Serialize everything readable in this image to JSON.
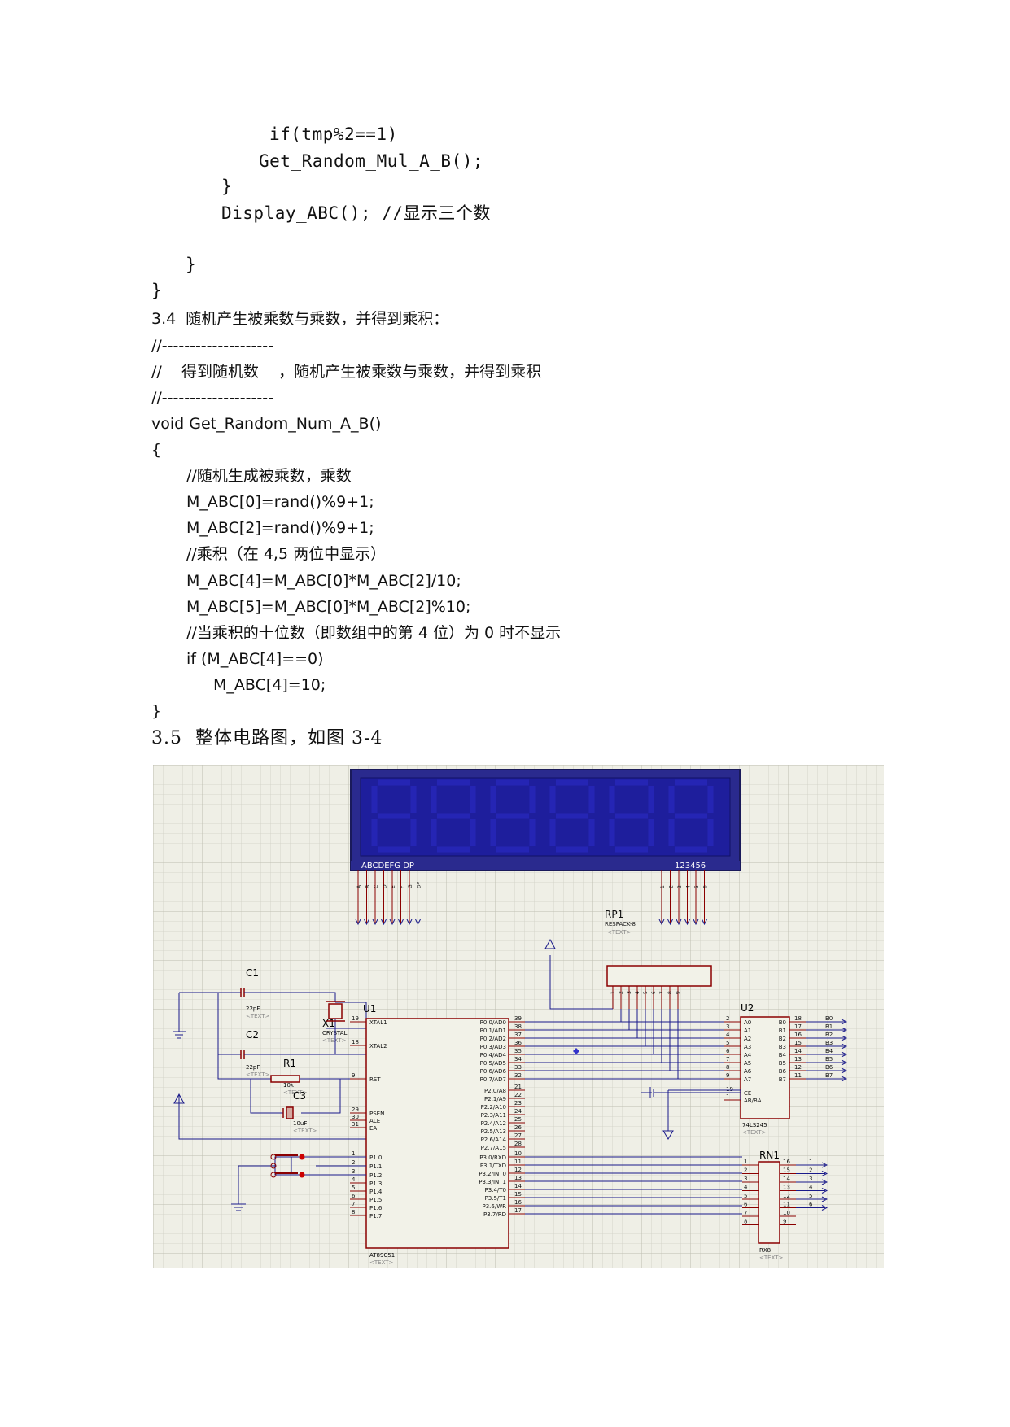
{
  "code_top": [
    "if(tmp%2==1)",
    "Get_Random_Mul_A_B();",
    "}",
    "Display_ABC(); //显示三个数",
    "}",
    "}"
  ],
  "section_3_4": {
    "heading": "3.4  随机产生被乘数与乘数，并得到乘积：",
    "comment_sep1": "//--------------------",
    "comment_desc": "//    得到随机数    ，随机产生被乘数与乘数，并得到乘积",
    "comment_sep2": "//--------------------",
    "func_sig": "void Get_Random_Num_A_B()",
    "brace_open": "{",
    "lines": [
      "//随机生成被乘数，乘数",
      "M_ABC[0]=rand()%9+1;",
      "M_ABC[2]=rand()%9+1;",
      "//乘积（在 4,5 两位中显示）",
      "M_ABC[4]=M_ABC[0]*M_ABC[2]/10;",
      "M_ABC[5]=M_ABC[0]*M_ABC[2]%10;",
      "//当乘积的十位数（即数组中的第 4 位）为 0 时不显示",
      "if (M_ABC[4]==0)",
      "M_ABC[4]=10;"
    ],
    "brace_close": "}"
  },
  "section_3_5": {
    "heading": "3.5  整体电路图，如图 3-4"
  },
  "schematic": {
    "display_label_left": "ABCDEFG  DP",
    "display_label_right": "123456",
    "display_pins_left": [
      "A",
      "B",
      "C",
      "D",
      "E",
      "F",
      "G",
      "DP"
    ],
    "display_pins_right": [
      "1",
      "2",
      "3",
      "4",
      "5",
      "6"
    ],
    "rp1_name": "RP1",
    "rp1_type": "RESPACK-8",
    "text_tag": "<TEXT>",
    "c1_name": "C1",
    "c1_value": "22pF",
    "c2_name": "C2",
    "c2_value": "22pF",
    "x1_name": "X1",
    "x1_type": "CRYSTAL",
    "r1_name": "R1",
    "r1_value": "10k",
    "c3_name": "C3",
    "c3_value": "10uF",
    "u1_name": "U1",
    "u1_part": "AT89C51",
    "u1_left_pins": [
      {
        "num": "19",
        "label": "XTAL1"
      },
      {
        "num": "18",
        "label": "XTAL2"
      },
      {
        "num": "9",
        "label": "RST"
      },
      {
        "num": "29",
        "label": "PSEN"
      },
      {
        "num": "30",
        "label": "ALE"
      },
      {
        "num": "31",
        "label": "EA"
      },
      {
        "num": "1",
        "label": "P1.0"
      },
      {
        "num": "2",
        "label": "P1.1"
      },
      {
        "num": "3",
        "label": "P1.2"
      },
      {
        "num": "4",
        "label": "P1.3"
      },
      {
        "num": "5",
        "label": "P1.4"
      },
      {
        "num": "6",
        "label": "P1.5"
      },
      {
        "num": "7",
        "label": "P1.6"
      },
      {
        "num": "8",
        "label": "P1.7"
      }
    ],
    "u1_p0": [
      {
        "num": "39",
        "label": "P0.0/AD0"
      },
      {
        "num": "38",
        "label": "P0.1/AD1"
      },
      {
        "num": "37",
        "label": "P0.2/AD2"
      },
      {
        "num": "36",
        "label": "P0.3/AD3"
      },
      {
        "num": "35",
        "label": "P0.4/AD4"
      },
      {
        "num": "34",
        "label": "P0.5/AD5"
      },
      {
        "num": "33",
        "label": "P0.6/AD6"
      },
      {
        "num": "32",
        "label": "P0.7/AD7"
      }
    ],
    "u1_p2": [
      {
        "num": "21",
        "label": "P2.0/A8"
      },
      {
        "num": "22",
        "label": "P2.1/A9"
      },
      {
        "num": "23",
        "label": "P2.2/A10"
      },
      {
        "num": "24",
        "label": "P2.3/A11"
      },
      {
        "num": "25",
        "label": "P2.4/A12"
      },
      {
        "num": "26",
        "label": "P2.5/A13"
      },
      {
        "num": "27",
        "label": "P2.6/A14"
      },
      {
        "num": "28",
        "label": "P2.7/A15"
      }
    ],
    "u1_p3": [
      {
        "num": "10",
        "label": "P3.0/RXD"
      },
      {
        "num": "11",
        "label": "P3.1/TXD"
      },
      {
        "num": "12",
        "label": "P3.2/INT0"
      },
      {
        "num": "13",
        "label": "P3.3/INT1"
      },
      {
        "num": "14",
        "label": "P3.4/T0"
      },
      {
        "num": "15",
        "label": "P3.5/T1"
      },
      {
        "num": "16",
        "label": "P3.6/WR"
      },
      {
        "num": "17",
        "label": "P3.7/RD"
      }
    ],
    "u2_name": "U2",
    "u2_part": "74LS245",
    "u2_a_pins": [
      {
        "num": "2",
        "label": "A0"
      },
      {
        "num": "3",
        "label": "A1"
      },
      {
        "num": "4",
        "label": "A2"
      },
      {
        "num": "5",
        "label": "A3"
      },
      {
        "num": "6",
        "label": "A4"
      },
      {
        "num": "7",
        "label": "A5"
      },
      {
        "num": "8",
        "label": "A6"
      },
      {
        "num": "9",
        "label": "A7"
      }
    ],
    "u2_b_pins": [
      {
        "num": "18",
        "label": "B0"
      },
      {
        "num": "17",
        "label": "B1"
      },
      {
        "num": "16",
        "label": "B2"
      },
      {
        "num": "15",
        "label": "B3"
      },
      {
        "num": "14",
        "label": "B4"
      },
      {
        "num": "13",
        "label": "B5"
      },
      {
        "num": "12",
        "label": "B6"
      },
      {
        "num": "11",
        "label": "B7"
      }
    ],
    "u2_b_nets": [
      "B0",
      "B1",
      "B2",
      "B3",
      "B4",
      "B5",
      "B6",
      "B7"
    ],
    "u2_ce": {
      "num": "19",
      "label": "CE"
    },
    "u2_ab": {
      "num": "1",
      "label": "AB/BA"
    },
    "rn1_name": "RN1",
    "rn1_part": "RX8",
    "rn1_left": [
      "1",
      "2",
      "3",
      "4",
      "5",
      "6",
      "7",
      "8"
    ],
    "rn1_right": [
      "16",
      "15",
      "14",
      "13",
      "12",
      "11",
      "10",
      "9"
    ],
    "rn1_nets": [
      "1",
      "2",
      "3",
      "4",
      "5",
      "6"
    ]
  }
}
